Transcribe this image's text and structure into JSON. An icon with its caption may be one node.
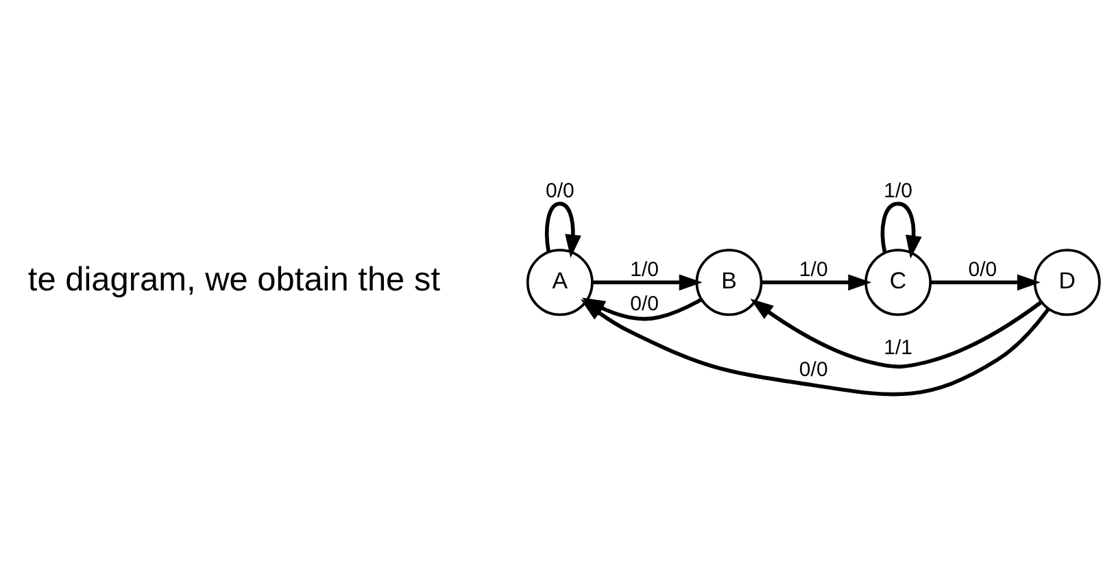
{
  "diagram": {
    "nodes": [
      {
        "text": [
          "A"
        ]
      },
      {
        "text": [
          "B"
        ]
      },
      {
        "text": [
          "C"
        ]
      },
      {
        "text": [
          "D"
        ]
      }
    ],
    "edges": [
      {
        "from": 0,
        "to": 0,
        "arrow": "to",
        "label": "0/0"
      },
      {
        "from": 0,
        "to": 1,
        "arrow": "to",
        "label": "1/0"
      },
      {
        "from": 1,
        "to": 2,
        "arrow": "to",
        "label": "1/0"
      },
      {
        "from": 2,
        "to": 2,
        "arrow": "to",
        "label": "1/0"
      },
      {
        "from": 2,
        "to": 3,
        "arrow": "to",
        "label": "0/0"
      },
      {
        "from": 1,
        "to": 0,
        "arrow": "to",
        "label": "0/0"
      },
      {
        "from": 3,
        "to": 1,
        "arrow": "to",
        "label": "1/1"
      },
      {
        "from": 3,
        "to": 0,
        "arrow": "to",
        "label": "0/0"
      }
    ],
    "labels": [
      "te diagram, we obtain the st"
    ]
  }
}
